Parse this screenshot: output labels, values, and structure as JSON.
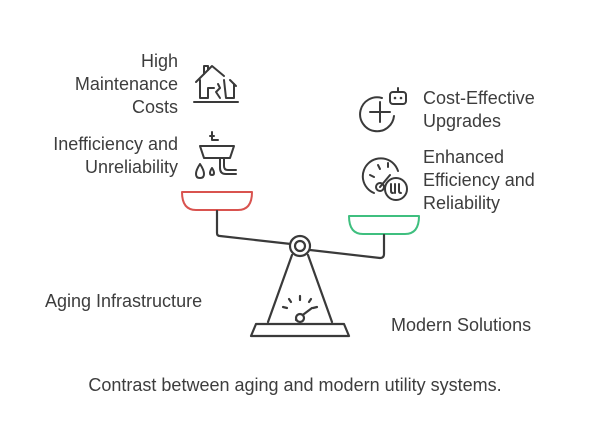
{
  "left_side": {
    "items": [
      {
        "label_lines": [
          "High",
          "Maintenance",
          "Costs"
        ],
        "icon": "broken-house-icon"
      },
      {
        "label_lines": [
          "Inefficiency and",
          "Unreliability"
        ],
        "icon": "leaking-sink-icon"
      }
    ],
    "pan_color": "#d9534f",
    "caption": "Aging Infrastructure"
  },
  "right_side": {
    "items": [
      {
        "label_lines": [
          "Cost-Effective",
          "Upgrades"
        ],
        "icon": "add-robot-icon"
      },
      {
        "label_lines": [
          "Enhanced",
          "Efficiency and",
          "Reliability"
        ],
        "icon": "gauge-meter-icon"
      }
    ],
    "pan_color": "#3fbf7f",
    "caption": "Modern Solutions"
  },
  "footer": {
    "caption": "Contrast between aging and modern utility systems."
  }
}
